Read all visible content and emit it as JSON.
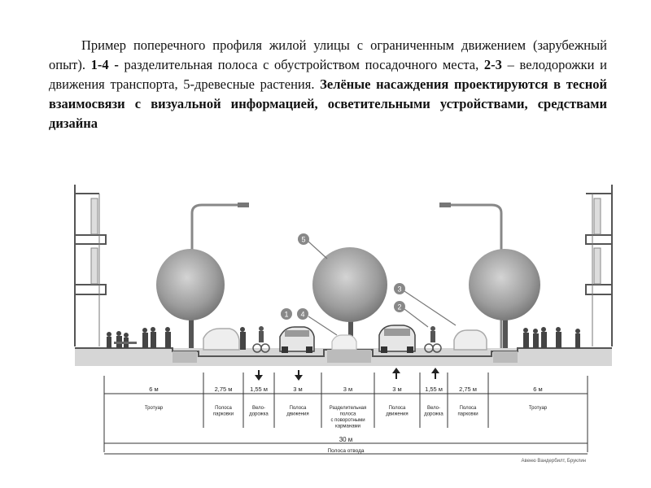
{
  "caption": {
    "part1": "Пример поперечного профиля жилой улицы с ограниченным движением (зарубежный опыт). ",
    "ref1": "1-4 -",
    "part2": " разделительная полоса с обустройством посадочного места, ",
    "ref2": "2-3",
    "part3": " – велодорожки и движения транспорта, 5-древесные растения. ",
    "bold_tail": "Зелёные насаждения проектируются в тесной взаимосвязи с визуальной информацией, осветительными устройствами, средствами дизайна"
  },
  "callouts": [
    "5",
    "1",
    "4",
    "3",
    "2"
  ],
  "segments": [
    {
      "width": "6 м",
      "label": [
        "Тротуар"
      ]
    },
    {
      "width": "2,75 м",
      "label": [
        "Полоса",
        "парковки"
      ]
    },
    {
      "width": "1,55 м",
      "label": [
        "Вело-",
        "дорожка"
      ]
    },
    {
      "width": "3 м",
      "label": [
        "Полоса",
        "движения"
      ]
    },
    {
      "width": "3 м",
      "label": [
        "Разделительная",
        "полоса",
        "с поворотными",
        "карманами"
      ]
    },
    {
      "width": "3 м",
      "label": [
        "Полоса",
        "движения"
      ]
    },
    {
      "width": "1,55 м",
      "label": [
        "Вело-",
        "дорожка"
      ]
    },
    {
      "width": "2,75 м",
      "label": [
        "Полоса",
        "парковки"
      ]
    },
    {
      "width": "6 м",
      "label": [
        "Тротуар"
      ]
    }
  ],
  "total": {
    "width": "30 м",
    "label": "Полоса отвода"
  },
  "credit": "Авеню Вандербилт, Бруклин",
  "colors": {
    "ink": "#333333",
    "tree": "#9a9a9a",
    "ground": "#cfcfcf"
  }
}
